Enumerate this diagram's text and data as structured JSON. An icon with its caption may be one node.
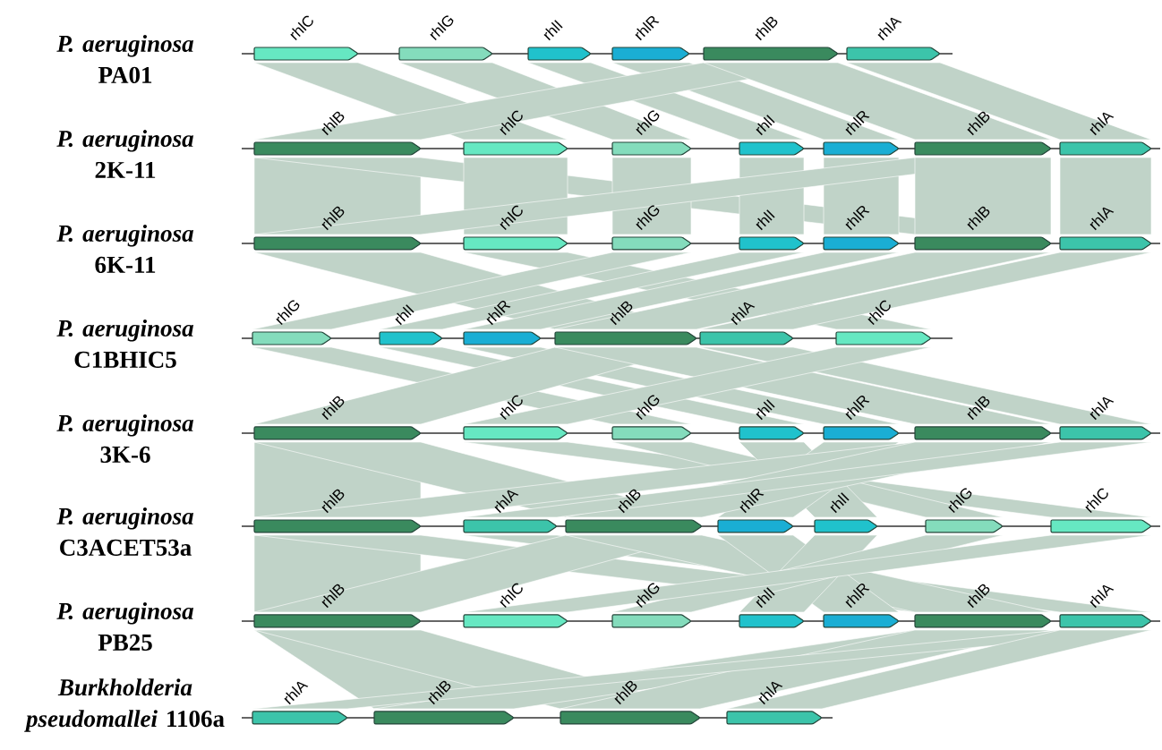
{
  "diagram": {
    "nodes": [
      {
        "text": [
          "rhlC"
        ]
      },
      {
        "text": [
          "rhlG"
        ]
      },
      {
        "text": [
          "rhlI"
        ]
      },
      {
        "text": [
          "rhlR"
        ]
      },
      {
        "text": [
          "rhlB"
        ]
      },
      {
        "text": [
          "rhlA"
        ]
      },
      {
        "text": [
          "rhlB"
        ]
      },
      {
        "text": [
          "rhlC"
        ]
      },
      {
        "text": [
          "rhlG"
        ]
      },
      {
        "text": [
          "rhlI"
        ]
      },
      {
        "text": [
          "rhlR"
        ]
      },
      {
        "text": [
          "rhlB"
        ]
      },
      {
        "text": [
          "rhlA"
        ]
      },
      {
        "text": [
          "rhlB"
        ]
      },
      {
        "text": [
          "rhlC"
        ]
      },
      {
        "text": [
          "rhlG"
        ]
      },
      {
        "text": [
          "rhlI"
        ]
      },
      {
        "text": [
          "rhlR"
        ]
      },
      {
        "text": [
          "rhlB"
        ]
      },
      {
        "text": [
          "rhlA"
        ]
      },
      {
        "text": [
          "rhlG"
        ]
      },
      {
        "text": [
          "rhlI"
        ]
      },
      {
        "text": [
          "rhlR"
        ]
      },
      {
        "text": [
          "rhlB"
        ]
      },
      {
        "text": [
          "rhlA"
        ]
      },
      {
        "text": [
          "rhlC"
        ]
      },
      {
        "text": [
          "rhlB"
        ]
      },
      {
        "text": [
          "rhlC"
        ]
      },
      {
        "text": [
          "rhlG"
        ]
      },
      {
        "text": [
          "rhlI"
        ]
      },
      {
        "text": [
          "rhlR"
        ]
      },
      {
        "text": [
          "rhlB"
        ]
      },
      {
        "text": [
          "rhlA"
        ]
      },
      {
        "text": [
          "rhlB"
        ]
      },
      {
        "text": [
          "rhlA"
        ]
      },
      {
        "text": [
          "rhlB"
        ]
      },
      {
        "text": [
          "rhlR"
        ]
      },
      {
        "text": [
          "rhlI"
        ]
      },
      {
        "text": [
          "rhlG"
        ]
      },
      {
        "text": [
          "rhlC"
        ]
      },
      {
        "text": [
          "rhlB"
        ]
      },
      {
        "text": [
          "rhlC"
        ]
      },
      {
        "text": [
          "rhlG"
        ]
      },
      {
        "text": [
          "rhlI"
        ]
      },
      {
        "text": [
          "rhlR"
        ]
      },
      {
        "text": [
          "rhlB"
        ]
      },
      {
        "text": [
          "rhlA"
        ]
      },
      {
        "text": [
          "rhlA"
        ]
      },
      {
        "text": [
          "rhlB"
        ]
      },
      {
        "text": [
          "rhlB"
        ]
      },
      {
        "text": [
          "rhlA"
        ]
      }
    ],
    "labels": [
      "*P. aeruginosa* PA01",
      "*P. aeruginosa* 2K-11",
      "*P. aeruginosa* 6K-11",
      "*P. aeruginosa* C1BHIC5",
      "*P. aeruginosa* 3K-6",
      "*P. aeruginosa* C3ACET53a",
      "*P. aeruginosa* PB25",
      "*Burkholderia pseudomallei* 1106a"
    ]
  }
}
